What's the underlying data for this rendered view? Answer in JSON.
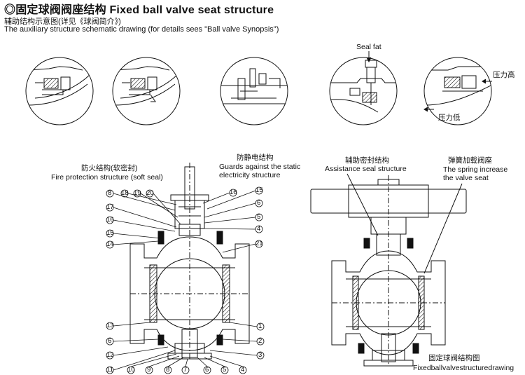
{
  "title": "◎固定球阀阀座结构 Fixed ball valve seat structure",
  "subtitle_cn": "辅助结构示意图(详见《球阀简介》)",
  "subtitle_en": "The auxiliary structure schematic drawing (for details sees \"Ball valve Synopsis\")",
  "detail_labels": {
    "seal_fat": "Seal fat",
    "pressure_high": "压力高",
    "pressure_low": "压力低"
  },
  "sections": {
    "fire": {
      "cn": "防火结构(软密封)",
      "en": "Fire protection structure (soft seal)"
    },
    "antistatic": {
      "cn": "防静电结构",
      "en1": "Guards against the static",
      "en2": "electricity structure"
    },
    "assist": {
      "cn": "辅助密封结构",
      "en": "Assistance seal structure"
    },
    "spring": {
      "cn": "弹簧加载阀座",
      "en1": "The spring increase",
      "en2": "the valve seat"
    }
  },
  "callouts_left": [
    "8",
    "18",
    "19",
    "20",
    "17",
    "16",
    "15",
    "14",
    "13",
    "6",
    "12",
    "11",
    "10",
    "9",
    "8",
    "7"
  ],
  "callouts_right": [
    "16",
    "15",
    "6",
    "5",
    "4",
    "21",
    "1",
    "2",
    "3",
    "4",
    "5",
    "6"
  ],
  "caption_cn": "固定球阀结构图",
  "caption_en": "Fixedballvalvestructuredrawing"
}
